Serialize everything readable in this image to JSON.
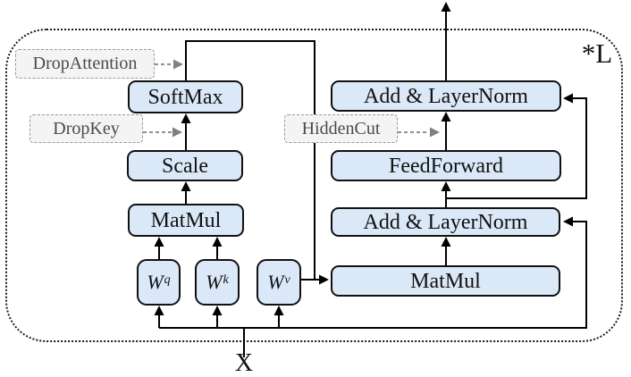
{
  "diagram": {
    "layer_repeat_label": "*L",
    "input_label": "X",
    "blocks": {
      "softmax": "SoftMax",
      "scale": "Scale",
      "attn_matmul": "MatMul",
      "value_matmul": "MatMul",
      "feedforward": "FeedForward",
      "add_layernorm_top": "Add & LayerNorm",
      "add_layernorm_bottom": "Add & LayerNorm"
    },
    "projections": {
      "wq": {
        "base": "W",
        "sup": "q"
      },
      "wk": {
        "base": "W",
        "sup": "k"
      },
      "wv": {
        "base": "W",
        "sup": "v"
      }
    },
    "dropout_methods": {
      "drop_attention": "DropAttention",
      "drop_key": "DropKey",
      "hidden_cut": "HiddenCut"
    },
    "colors": {
      "box_fill": "#dbe8f8",
      "box_border": "#111111",
      "annot_fill": "#f4f4f4",
      "annot_border": "#999999",
      "annot_text": "#4a4a4a",
      "wire": "#000000",
      "annot_wire": "#808080",
      "background": "#ffffff"
    }
  }
}
